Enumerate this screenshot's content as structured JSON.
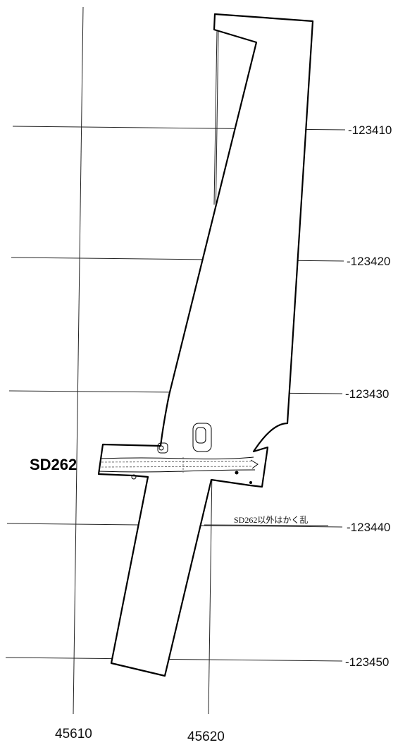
{
  "grid": {
    "eastings": [
      "45610",
      "45620"
    ],
    "northings": [
      "-123410",
      "-123420",
      "-123430",
      "-123440",
      "-123450"
    ]
  },
  "feature": {
    "label": "SD262"
  },
  "note": "SD262以外はかく乱"
}
